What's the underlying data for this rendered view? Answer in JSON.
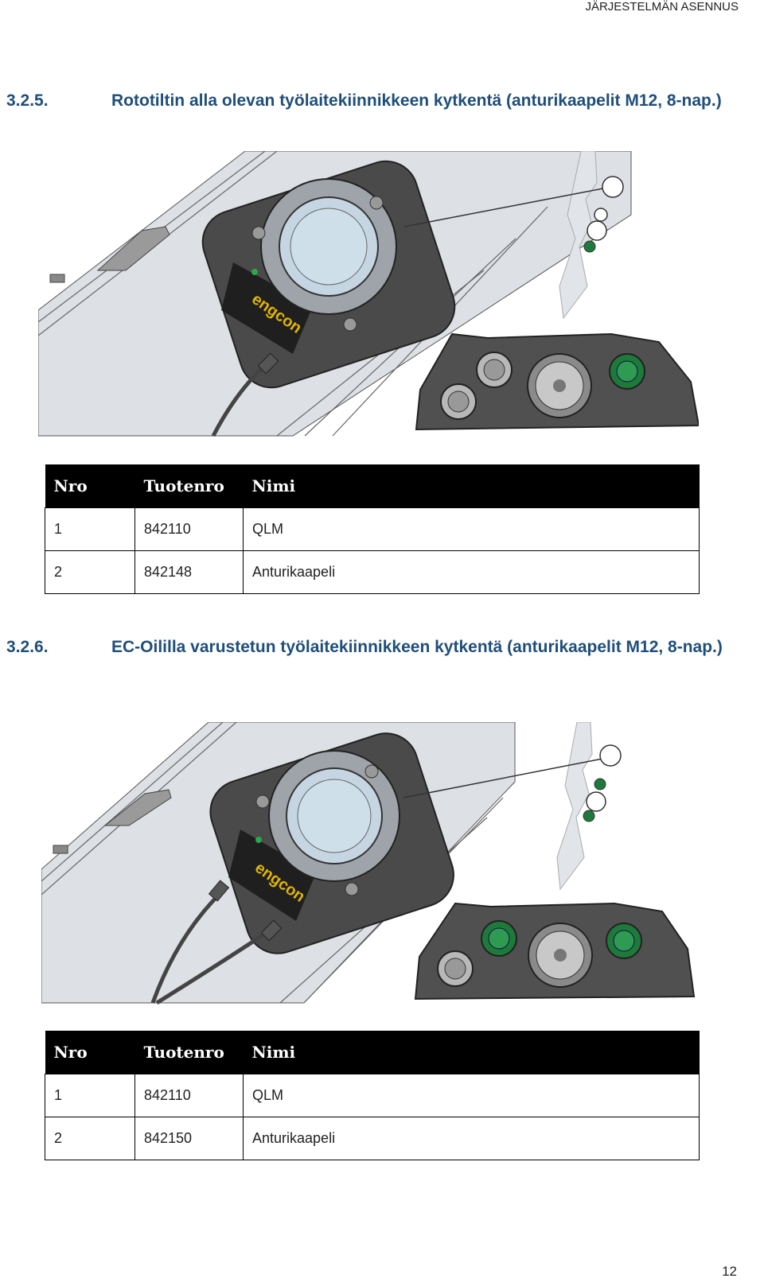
{
  "header": {
    "running_title": "JÄRJESTELMÄN ASENNUS"
  },
  "sections": [
    {
      "number": "3.2.5.",
      "title": "Rototiltin alla olevan työlaitekiinnikkeen kytkentä (anturikaapelit M12, 8-nap.)",
      "figure": {
        "brand_label": "engcon"
      },
      "table": {
        "headers": [
          "Nro",
          "Tuotenro",
          "Nimi"
        ],
        "rows": [
          [
            "1",
            "842110",
            "QLM"
          ],
          [
            "2",
            "842148",
            "Anturikaapeli"
          ]
        ]
      }
    },
    {
      "number": "3.2.6.",
      "title": "EC-Oililla varustetun työlaitekiinnikkeen kytkentä (anturikaapelit M12, 8-nap.)",
      "figure": {
        "brand_label": "engcon"
      },
      "table": {
        "headers": [
          "Nro",
          "Tuotenro",
          "Nimi"
        ],
        "rows": [
          [
            "1",
            "842110",
            "QLM"
          ],
          [
            "2",
            "842150",
            "Anturikaapeli"
          ]
        ]
      }
    }
  ],
  "footer": {
    "page_number": "12"
  },
  "colors": {
    "heading": "#1f4e79",
    "connector_green": "#1e7a3a",
    "device_dark": "#4a4a4a"
  }
}
